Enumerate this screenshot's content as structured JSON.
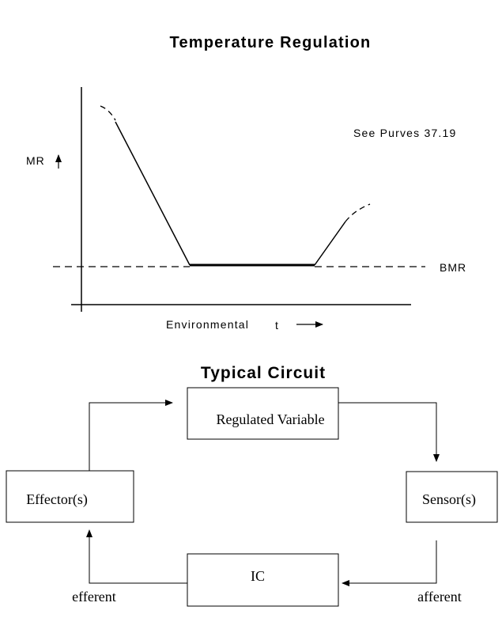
{
  "graph": {
    "title": "Temperature Regulation",
    "ylabel": "MR",
    "xlabel": "Environmental",
    "xlabel_var": "t",
    "note": "See Purves 37.19",
    "baseline_label": "BMR"
  },
  "circuit": {
    "title": "Typical Circuit",
    "regulated_variable": "Regulated Variable",
    "sensor": "Sensor(s)",
    "ic": "IC",
    "effector": "Effector(s)",
    "afferent": "afferent",
    "efferent": "efferent"
  }
}
